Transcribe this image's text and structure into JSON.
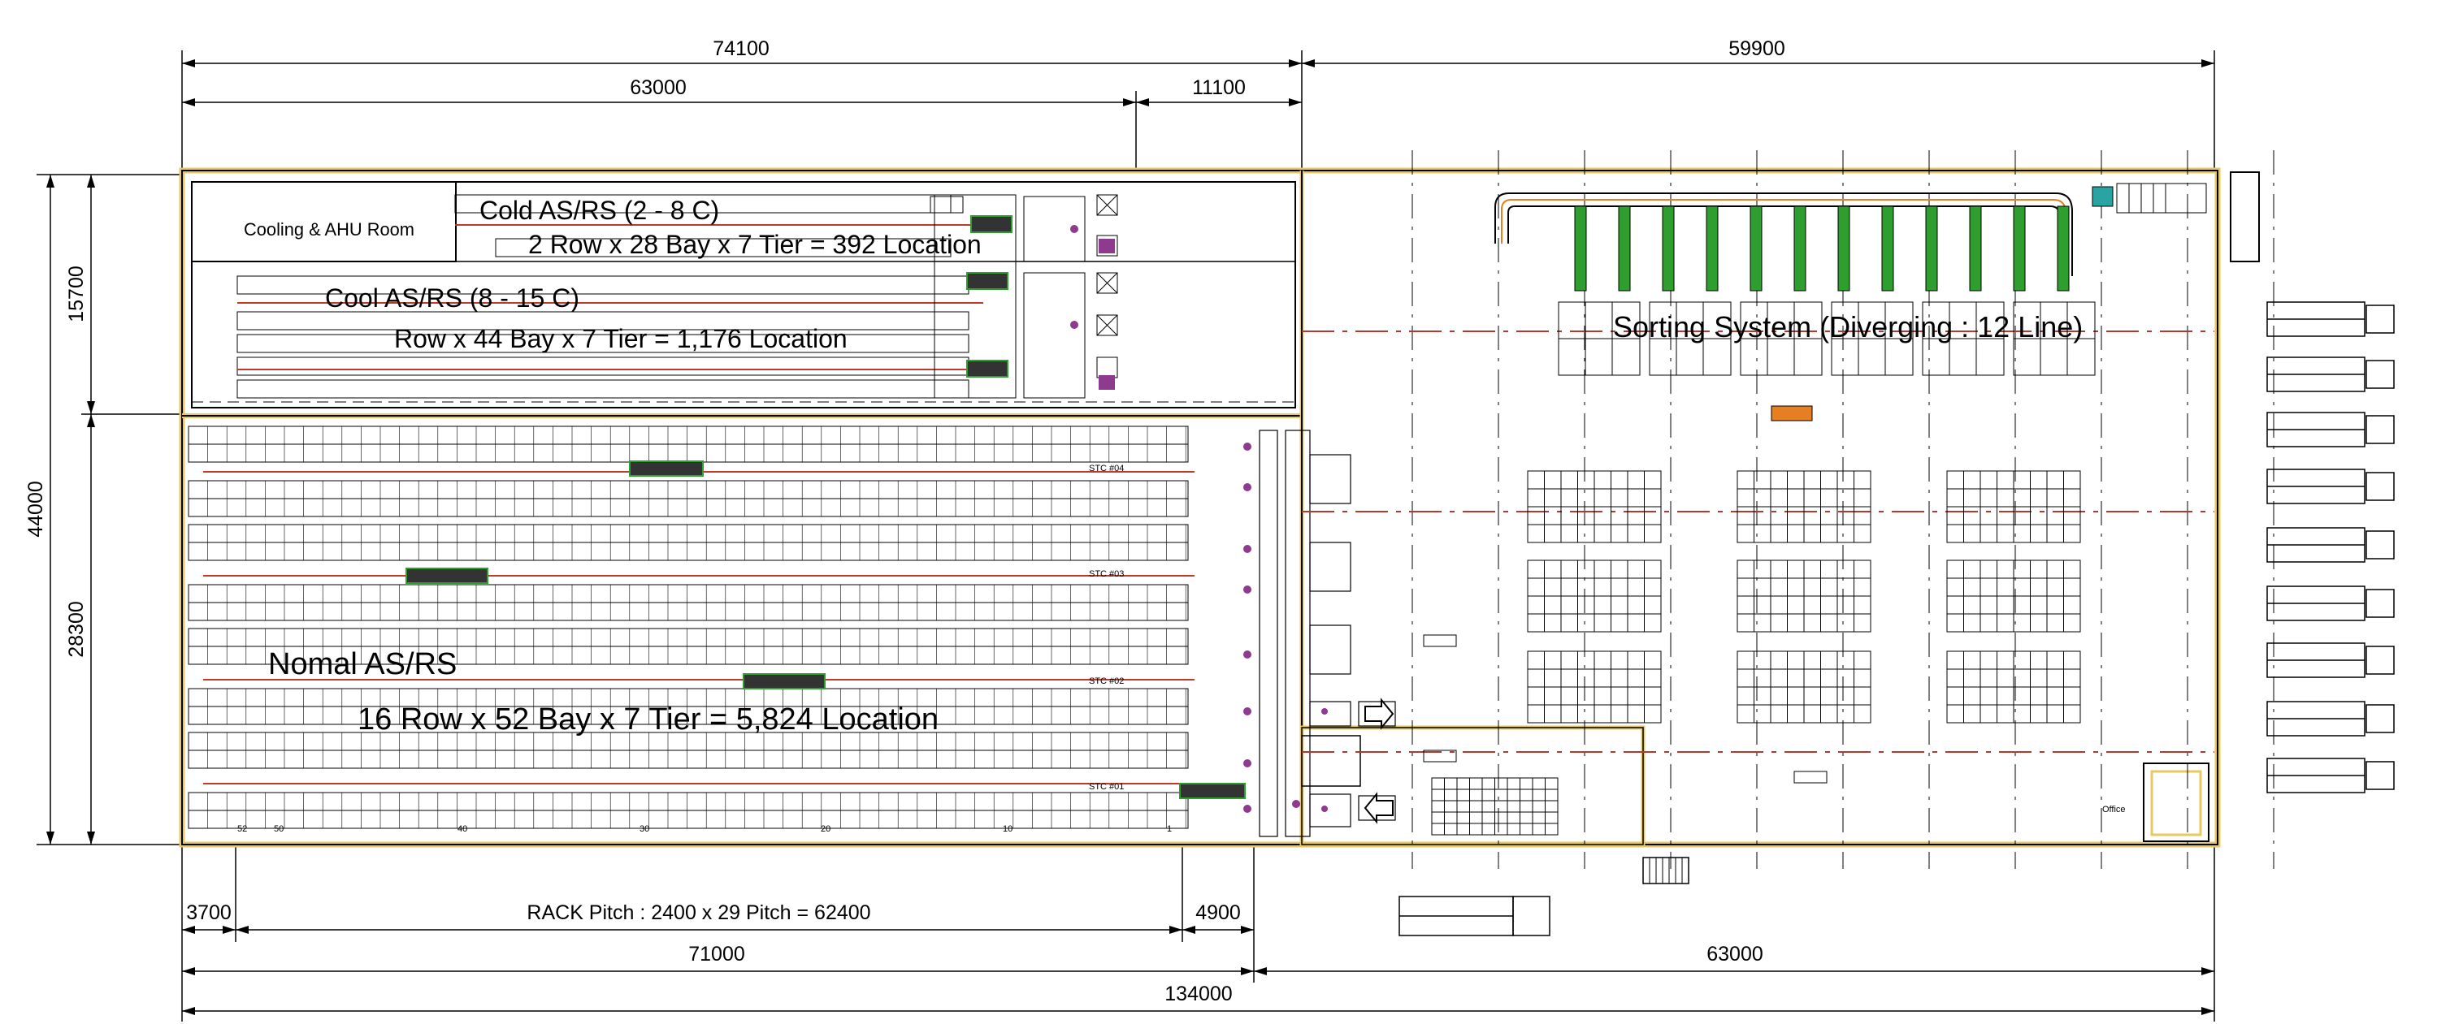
{
  "dimensions": {
    "top_total_left": "74100",
    "top_total_right": "59900",
    "top_rack": "63000",
    "top_rack_side": "11100",
    "left_total": "44000",
    "left_upper": "15700",
    "left_lower": "28300",
    "bottom_margin": "3700",
    "bottom_pitch": "RACK Pitch : 2400 x 29 Pitch = 62400",
    "bottom_side": "4900",
    "bottom_left": "71000",
    "bottom_right": "63000",
    "bottom_total": "134000"
  },
  "areas": {
    "cooling_room": "Cooling & AHU Room",
    "cold_title": "Cold AS/RS (2 - 8 C)",
    "cold_detail": "2 Row x 28 Bay x 7 Tier = 392 Location",
    "cool_title": "Cool AS/RS (8 - 15 C)",
    "cool_detail": "Row x 44 Bay x 7 Tier = 1,176 Location",
    "normal_title": "Nomal AS/RS",
    "normal_detail": "16 Row x 52 Bay x 7 Tier = 5,824 Location",
    "sorting": "Sorting System (Diverging : 12 Line)",
    "office": "Office"
  },
  "stc_labels": [
    "STC #04",
    "STC #03",
    "STC #02",
    "STC #01"
  ],
  "bay_numbers": [
    "52",
    "50",
    "40",
    "30",
    "20",
    "10",
    "1"
  ],
  "colors": {
    "outline": "#000000",
    "building_edge": "#e8c860",
    "red_rail": "#c0392b",
    "dashdot": "#b03a2e",
    "conveyor_green": "#2e9e2e",
    "accent_purple": "#8e3a8e",
    "forklift_orange": "#e67e22"
  }
}
